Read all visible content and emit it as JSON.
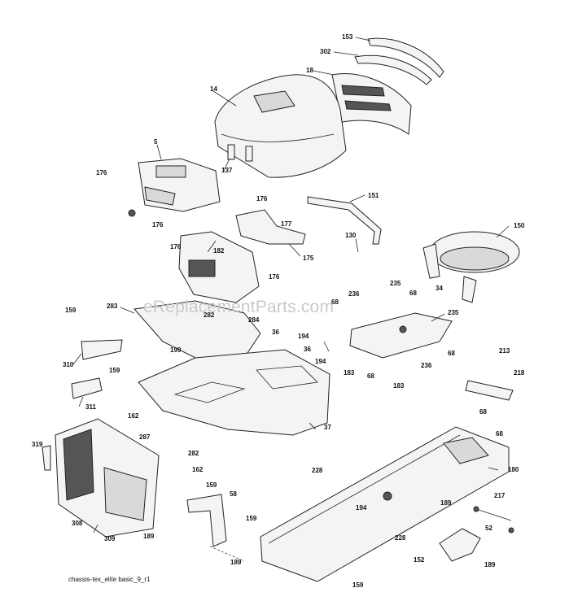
{
  "diagram": {
    "watermark": "eReplacementParts.com",
    "footer_code": "chassis-tex_elite basic_9_r1",
    "callouts": [
      "153",
      "302",
      "18",
      "14",
      "5",
      "176",
      "176",
      "176",
      "176",
      "137",
      "151",
      "177",
      "150",
      "130",
      "175",
      "182",
      "176",
      "283",
      "282",
      "284",
      "159",
      "310",
      "36",
      "194",
      "36",
      "194",
      "199",
      "159",
      "311",
      "162",
      "287",
      "282",
      "37",
      "319",
      "162",
      "159",
      "308",
      "309",
      "58",
      "189",
      "159",
      "189",
      "228",
      "194",
      "228",
      "189",
      "180",
      "217",
      "52",
      "189",
      "152",
      "159",
      "235",
      "236",
      "34",
      "68",
      "68",
      "235",
      "68",
      "68",
      "236",
      "183",
      "183",
      "213",
      "218",
      "68",
      "68"
    ]
  }
}
